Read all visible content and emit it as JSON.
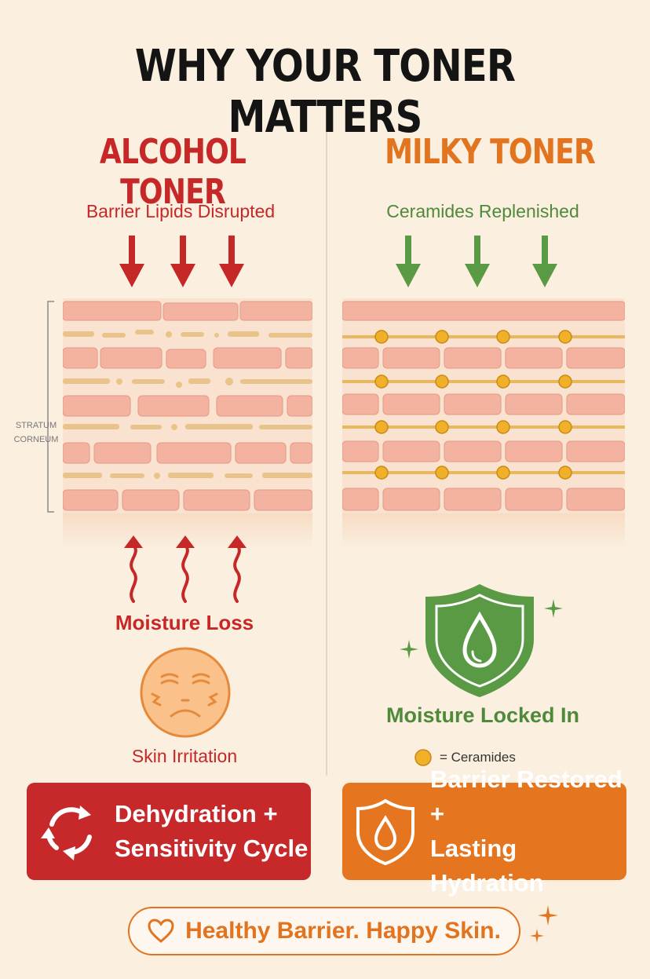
{
  "title": "WHY YOUR TONER MATTERS",
  "left": {
    "heading": "ALCOHOL TONER",
    "top_label": "Barrier Lipids Disrupted",
    "moisture_label": "Moisture Loss",
    "irritation_label": "Skin Irritation",
    "banner_line1": "Dehydration +",
    "banner_line2": "Sensitivity Cycle"
  },
  "right": {
    "heading": "MILKY TONER",
    "top_label": "Ceramides Replenished",
    "locked_label": "Moisture Locked In",
    "legend_label": "= Ceramides",
    "banner_line1": "Barrier Restored +",
    "banner_line2": "Lasting Hydration"
  },
  "stratum": {
    "line1": "STRATUM",
    "line2": "CORNEUM"
  },
  "footer": "Healthy Barrier. Happy Skin.",
  "colors": {
    "background": "#fbefe0",
    "alcohol_red": "#c62828",
    "milky_orange": "#e2731f",
    "ceramide_green": "#4f8a3a",
    "skin_cell": "#f4b3a0",
    "lipid": "#e8c48a"
  },
  "icons": {
    "left_arrows": "down-arrow-icon",
    "right_arrows": "down-arrow-icon",
    "moisture": "wavy-up-arrow-icon",
    "irritated_face": "irritated-face-icon",
    "shield": "shield-droplet-icon",
    "cycle": "cycle-icon",
    "heart": "heart-icon",
    "sparkle": "sparkle-icon"
  }
}
